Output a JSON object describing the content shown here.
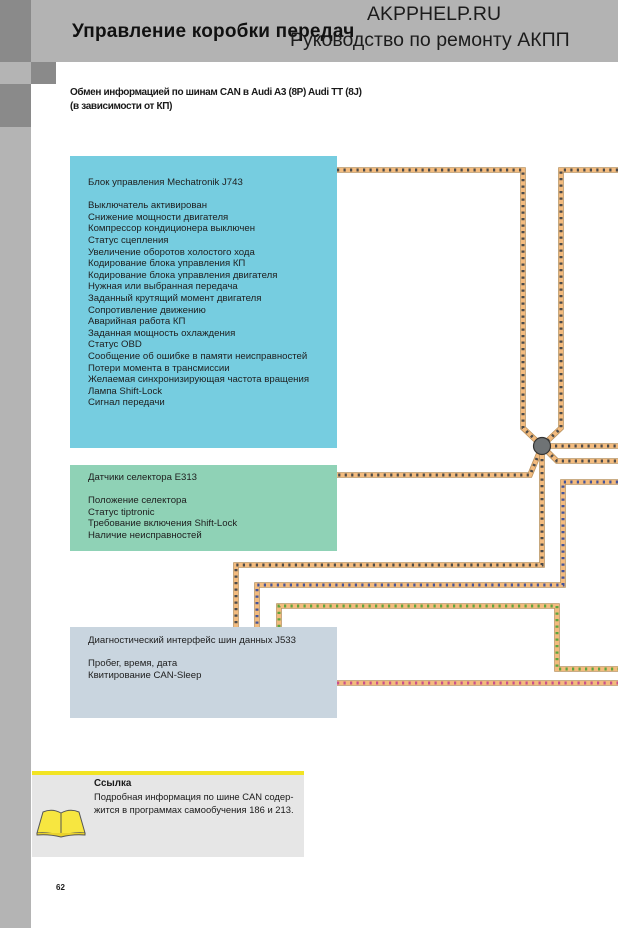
{
  "header": {
    "title": "Управление коробки передач",
    "watermark_site": "AKPPHELP.RU",
    "watermark_caption": "Руководство по ремонту АКПП"
  },
  "subtitle": {
    "line1": "Обмен информацией по шинам CAN в Audi A3 (8P) Audi TT (8J)",
    "line2": "(в зависимости от КП)"
  },
  "ecus": {
    "j743": {
      "title": "Блок управления Mechatronik J743",
      "items": [
        "Выключатель активирован",
        "Снижение мощности двигателя",
        "Компрессор кондиционера выключен",
        "Статус сцепления",
        "Увеличение оборотов холостого хода",
        "Кодирование блока управления КП",
        "Кодирование блока управления двигателя",
        "Нужная или выбранная передача",
        "Заданный крутящий момент двигателя",
        "Сопротивление движению",
        "Аварийная работа КП",
        "Заданная мощность охлаждения",
        "Статус OBD",
        "Сообщение об ошибке в памяти неисправностей",
        "Потери момента в трансмиссии",
        "Желаемая синхронизирующая частота вращения",
        "Лампа Shift-Lock",
        "Сигнал передачи"
      ]
    },
    "e313": {
      "title": "Датчики селектора E313",
      "items": [
        "Положение селектора",
        "Статус tiptronic",
        "Требование включения Shift-Lock",
        "Наличие неисправностей"
      ]
    },
    "j533": {
      "title": "Диагностический интерфейс шин данных J533",
      "items": [
        "Пробег, время, дата",
        "Квитирование CAN-Sleep"
      ]
    }
  },
  "reference": {
    "icon": "book-icon",
    "title": "Ссылка",
    "line1": "Подробная информация по шине CAN содер-",
    "line2": "жится в программах самообучения 186 и 213."
  },
  "page_number": "62",
  "colors": {
    "ecu_j743": "#76cde0",
    "ecu_e313": "#8fd2b6",
    "ecu_j533": "#c9d5df",
    "wire_base": "#f3bb7e",
    "wire_drive_stripe": "#4b4b4b",
    "wire_blue_stripe": "#44549a",
    "wire_green_stripe": "#5ea43e",
    "wire_pink_stripe": "#c8508c",
    "node": "#6f7375",
    "reference_bar": "#f2e423"
  }
}
